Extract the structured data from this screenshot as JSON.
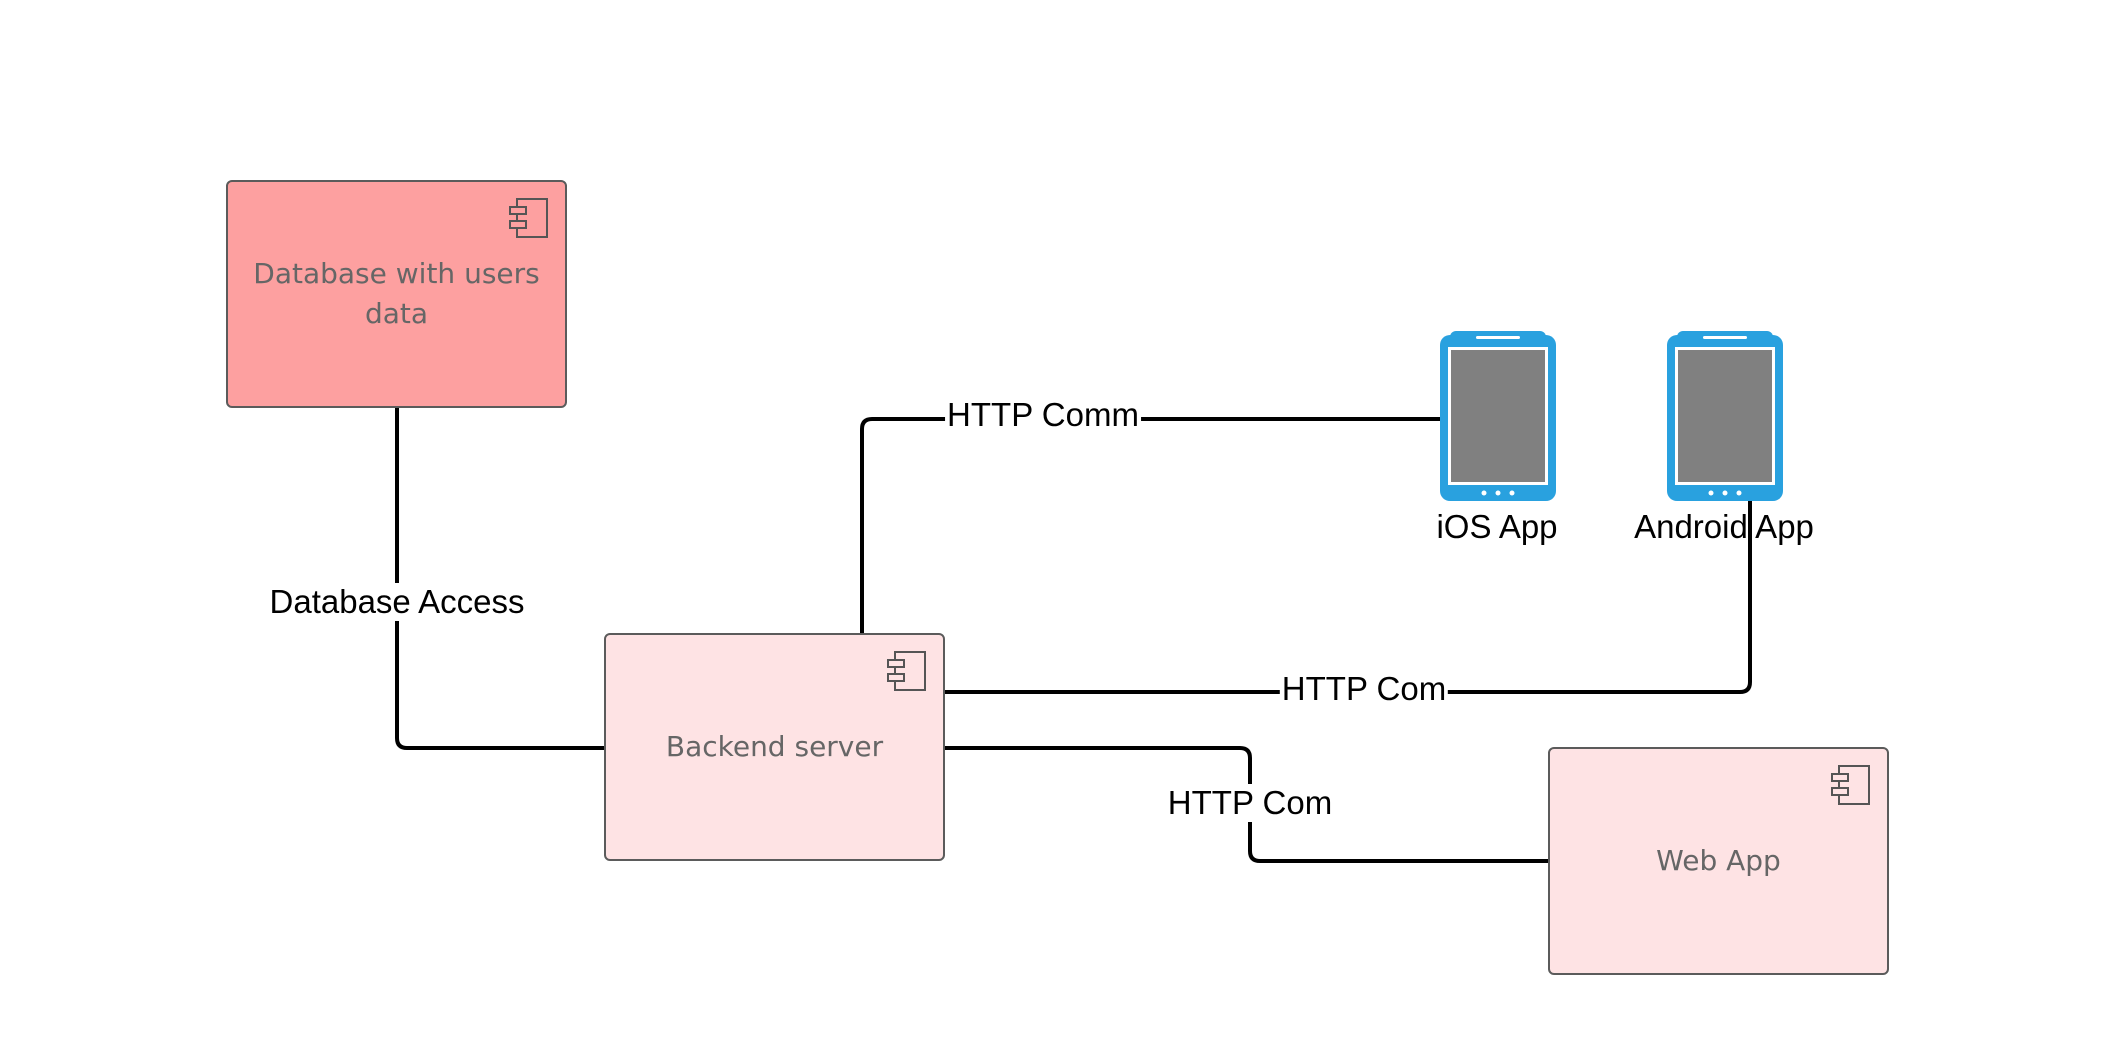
{
  "components": {
    "database": {
      "label": "Database with users data"
    },
    "backend": {
      "label": "Backend server"
    },
    "web_app": {
      "label": "Web App"
    }
  },
  "devices": {
    "ios": {
      "label": "iOS App"
    },
    "android": {
      "label": "Android App"
    }
  },
  "connections": {
    "database_access": {
      "label": "Database Access"
    },
    "ios_http": {
      "label": "HTTP Comm"
    },
    "android_http": {
      "label": "HTTP Com"
    },
    "web_http": {
      "label": "HTTP Com"
    }
  },
  "colors": {
    "database_fill": "#fda0a0",
    "component_fill": "#fee3e4",
    "device_blue": "#29a1df",
    "device_screen": "#808080"
  }
}
